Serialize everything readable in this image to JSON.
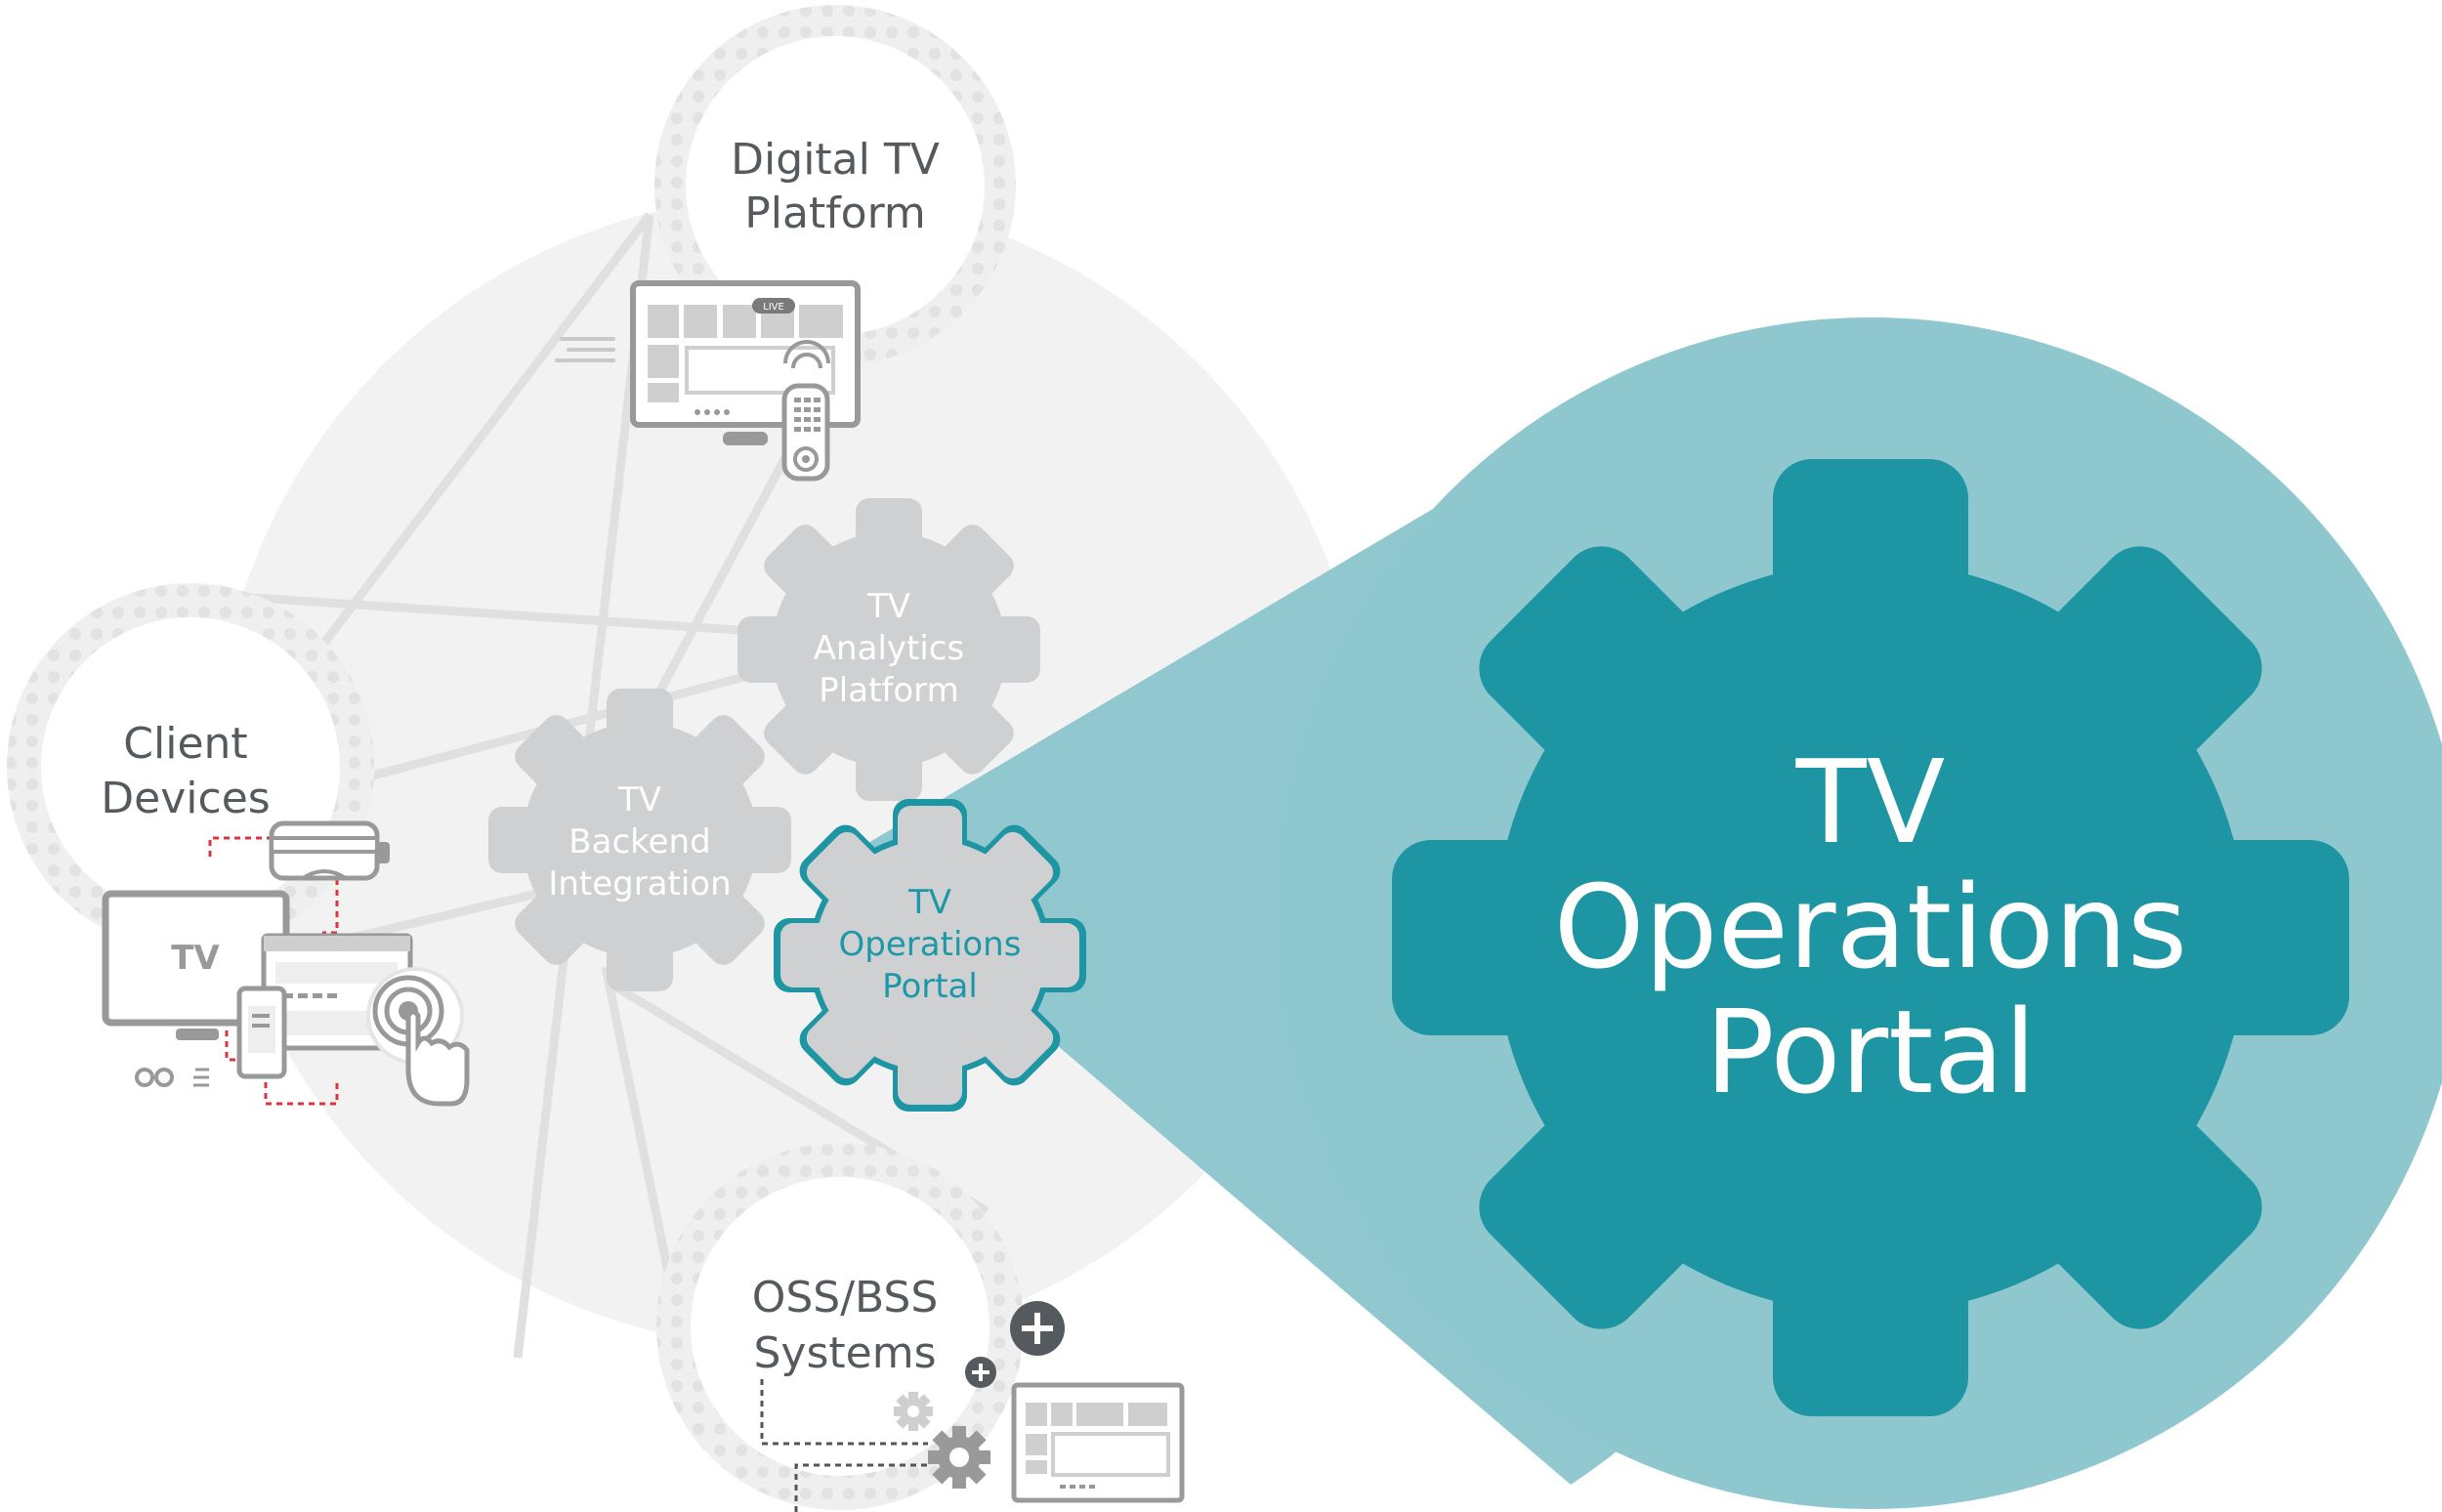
{
  "nodes": {
    "digital_tv_platform": {
      "line1": "Digital TV",
      "line2": "Platform"
    },
    "client_devices": {
      "line1": "Client",
      "line2": "Devices"
    },
    "oss_bss_systems": {
      "line1": "OSS/BSS",
      "line2": "Systems"
    }
  },
  "gears": {
    "tv_analytics_platform": {
      "line1": "TV",
      "line2": "Analytics",
      "line3": "Platform"
    },
    "tv_backend_integration": {
      "line1": "TV",
      "line2": "Backend",
      "line3": "Integration"
    },
    "tv_operations_portal": {
      "line1": "TV",
      "line2": "Operations",
      "line3": "Portal"
    }
  },
  "highlight": {
    "line1": "TV",
    "line2": "Operations",
    "line3": "Portal"
  },
  "icons": {
    "live_badge": "LIVE",
    "tv_screen_label": "TV"
  },
  "colors": {
    "teal_dark": "#1e95a3",
    "teal_light": "#8fc7cf",
    "gear_gray": "#cfd0d2",
    "hub_gray": "#f2f2f2",
    "accent_red": "#d9353b",
    "text_gray": "#555a5e"
  }
}
